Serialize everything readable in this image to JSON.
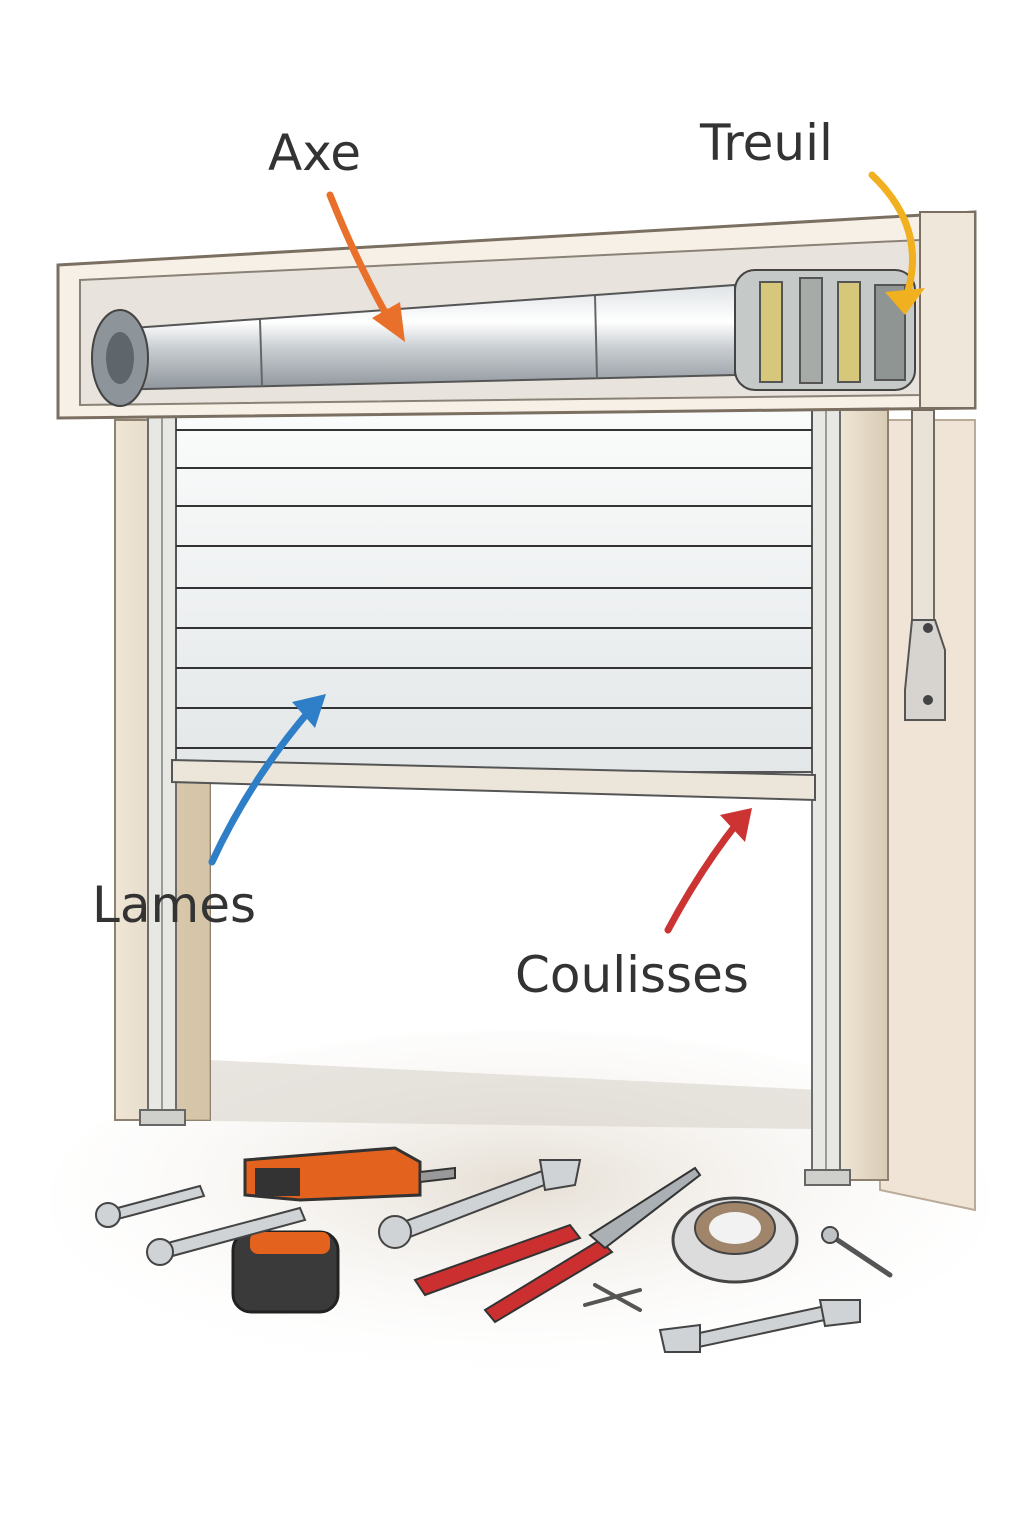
{
  "labels": {
    "axe": "Axe",
    "treuil": "Treuil",
    "lames": "Lames",
    "coulisses": "Coulisses"
  },
  "colors": {
    "axe_arrow": "#e8702a",
    "treuil_arrow": "#f0b020",
    "lames_arrow": "#2f7fc8",
    "coulisses_arrow": "#cc3333",
    "frame": "#f3ede3",
    "slats": "#f4f6f6"
  },
  "tools": [
    {
      "name": "drill-icon"
    },
    {
      "name": "tape-measure-icon"
    },
    {
      "name": "wrench-icon"
    },
    {
      "name": "pliers-icon"
    },
    {
      "name": "duct-tape-icon"
    },
    {
      "name": "screw-icon"
    }
  ]
}
